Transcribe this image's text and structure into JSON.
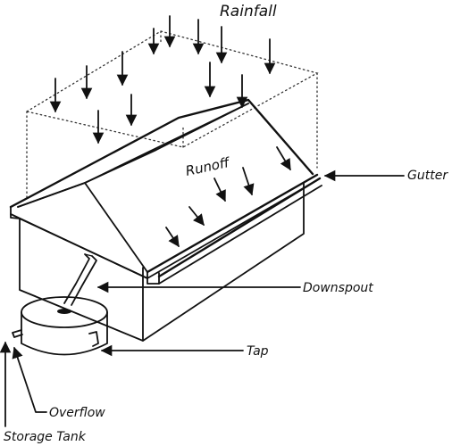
{
  "labels": {
    "rainfall": "Rainfall",
    "runoff": "Runoff",
    "gutter": "Gutter",
    "downspout": "Downspout",
    "tap": "Tap",
    "overflow": "Overflow",
    "storage_tank": "Storage Tank"
  },
  "colors": {
    "ink": "#111111",
    "background": "#ffffff"
  }
}
